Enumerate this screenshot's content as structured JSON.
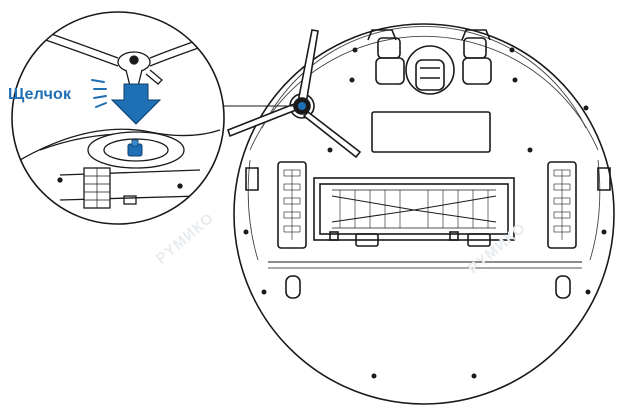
{
  "callout": {
    "label": "Щелчок"
  },
  "watermarks": [
    "PYMИКO",
    "PYMИКO"
  ],
  "colors": {
    "line": "#1a1a1a",
    "accent": "#1f6fb4",
    "accent_light": "#3b8fd6"
  },
  "icons": [
    "down-arrow-icon",
    "click-wave-icon",
    "screw-icon"
  ]
}
